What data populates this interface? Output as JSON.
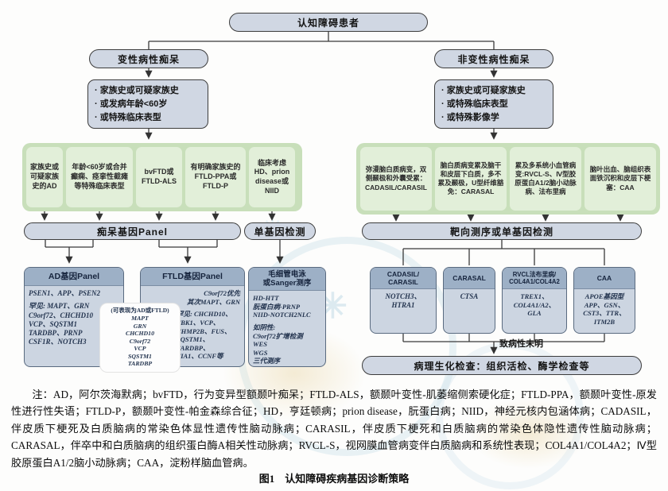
{
  "colors": {
    "box_fill": "#d0d7e3",
    "box_border": "#3c3c3c",
    "green_container": "#c8dfba",
    "green_box": "#e2efd9",
    "panel_header": "#9db0c6",
    "panel_body": "#ccd5e1",
    "line": "#333333",
    "gene_text": "#23344f",
    "watermark_blue": "#bcd9e6",
    "watermark_tan": "#e8d9b8"
  },
  "flowchart": {
    "root": "认知障碍患者",
    "left": {
      "branch_title": "变性病性痴呆",
      "criteria": [
        "· 家族史或可疑家族史",
        "· 或发病年龄<60岁",
        "· 或特殊临床表型"
      ],
      "green_boxes": [
        "家族史或可疑家族史的AD",
        "年龄<60岁或合并癫痫、痉挛性截瘫等特殊临床表型",
        "bvFTD或FTLD-ALS",
        "有明确家族史的FTLD-PPA或FTLD-P",
        "临床考虑HD、prion disease或NIID"
      ],
      "panel_pill": "痴呆基因Panel",
      "single_gene_pill": "单基因检测",
      "ad_panel": {
        "title": "AD基因Panel",
        "primary": [
          "PSEN1、APP、PSEN2"
        ],
        "rare": [
          "罕见: MAPT、GRN",
          "C9orf72、CHCHD10",
          "VCP、SQSTM1",
          "TARDBP、PRNP",
          "CSF1R、NOTCH3"
        ]
      },
      "overlap_box": {
        "title": "(可表现为AD或FTLD)",
        "genes": [
          "MAPT",
          "GRN",
          "CHCHD10",
          "C9orf72",
          "VCP",
          "SQSTM1",
          "TARDBP"
        ]
      },
      "ftld_panel": {
        "title": "FTLD基因Panel",
        "primary": [
          "C9orf72优先",
          "其次MAPT、GRN"
        ],
        "rare": [
          "罕见: CHCHD10、",
          "TBK1、VCP、",
          "CHMP2B、FUS、",
          "SQSTM1、TARDBP、",
          "TIA1、CCNF等"
        ]
      },
      "sanger_box": {
        "title": [
          "毛细管电泳",
          "或Sanger测序"
        ],
        "tests": [
          "HD-HTT",
          "朊蛋白病-PRNP",
          "NIID-NOTCH2NLC"
        ],
        "if_negative": [
          "如阴性:",
          "C9orf72扩增检测",
          "WES",
          "WGS",
          "三代测序"
        ]
      }
    },
    "right": {
      "branch_title": "非变性病性痴呆",
      "criteria": [
        "· 家族史或可疑家族史",
        "· 或特殊临床表型",
        "· 或特殊影像学"
      ],
      "green_boxes": [
        "弥漫脑白质病变，双侧颞极和外囊受累：CADASIL/CARASIL",
        "脑白质病变累及脑干和皮层下白质，多不累及颞极，U型纤维豁免：CARASAL",
        "累及多系统小血管病变:RVCL-S、Ⅳ型胶原蛋白A1/2脑小动脉病、法布里病",
        "脑叶出血、脑组织表面铁沉积和皮层下梗塞：CAA"
      ],
      "target_pill": "靶向测序或单基因检测",
      "gene_boxes": [
        {
          "title": [
            "CADASIL/",
            "CARASIL"
          ],
          "genes": [
            "NOTCH3、",
            "HTRA1"
          ]
        },
        {
          "title": [
            "CARASAL"
          ],
          "genes": [
            "CTSA"
          ]
        },
        {
          "title": [
            "RVCL法布里病/",
            "COL4A1/COL4A2"
          ],
          "genes": [
            "TREX1、",
            "COL4A1/A2、",
            "GLA"
          ]
        },
        {
          "title": [
            "CAA"
          ],
          "genes": [
            "APOE基因型",
            "APP、GSN、",
            "CST3、TTR、",
            "ITM2B"
          ]
        }
      ],
      "unknown_label": "致病性未明",
      "patho_pill": "病理生化检查：组织活检、酶学检查等"
    }
  },
  "note": "注：AD，阿尔茨海默病；bvFTD，行为变异型额颞叶痴呆；FTLD-ALS，额颞叶变性-肌萎缩侧索硬化症；FTLD-PPA，额颞叶变性-原发性进行性失语；FTLD-P，额颞叶变性-帕金森综合征；HD，亨廷顿病；prion disease，朊蛋白病；NIID，神经元核内包涵体病；CADASIL，伴皮质下梗死及白质脑病的常染色体显性遗传性脑动脉病；CARASIL，伴皮质下梗死和白质脑病的常染色体隐性遗传性脑动脉病；CARASAL，伴卒中和白质脑病的组织蛋白酶A相关性动脉病；RVCL-S，视网膜血管病变伴白质脑病和系统性表现；COL4A1/COL4A2；Ⅳ型胶原蛋白A1/2脑小动脉病；CAA，淀粉样脑血管病。",
  "caption": "图1　认知障碍疾病基因诊断策略"
}
